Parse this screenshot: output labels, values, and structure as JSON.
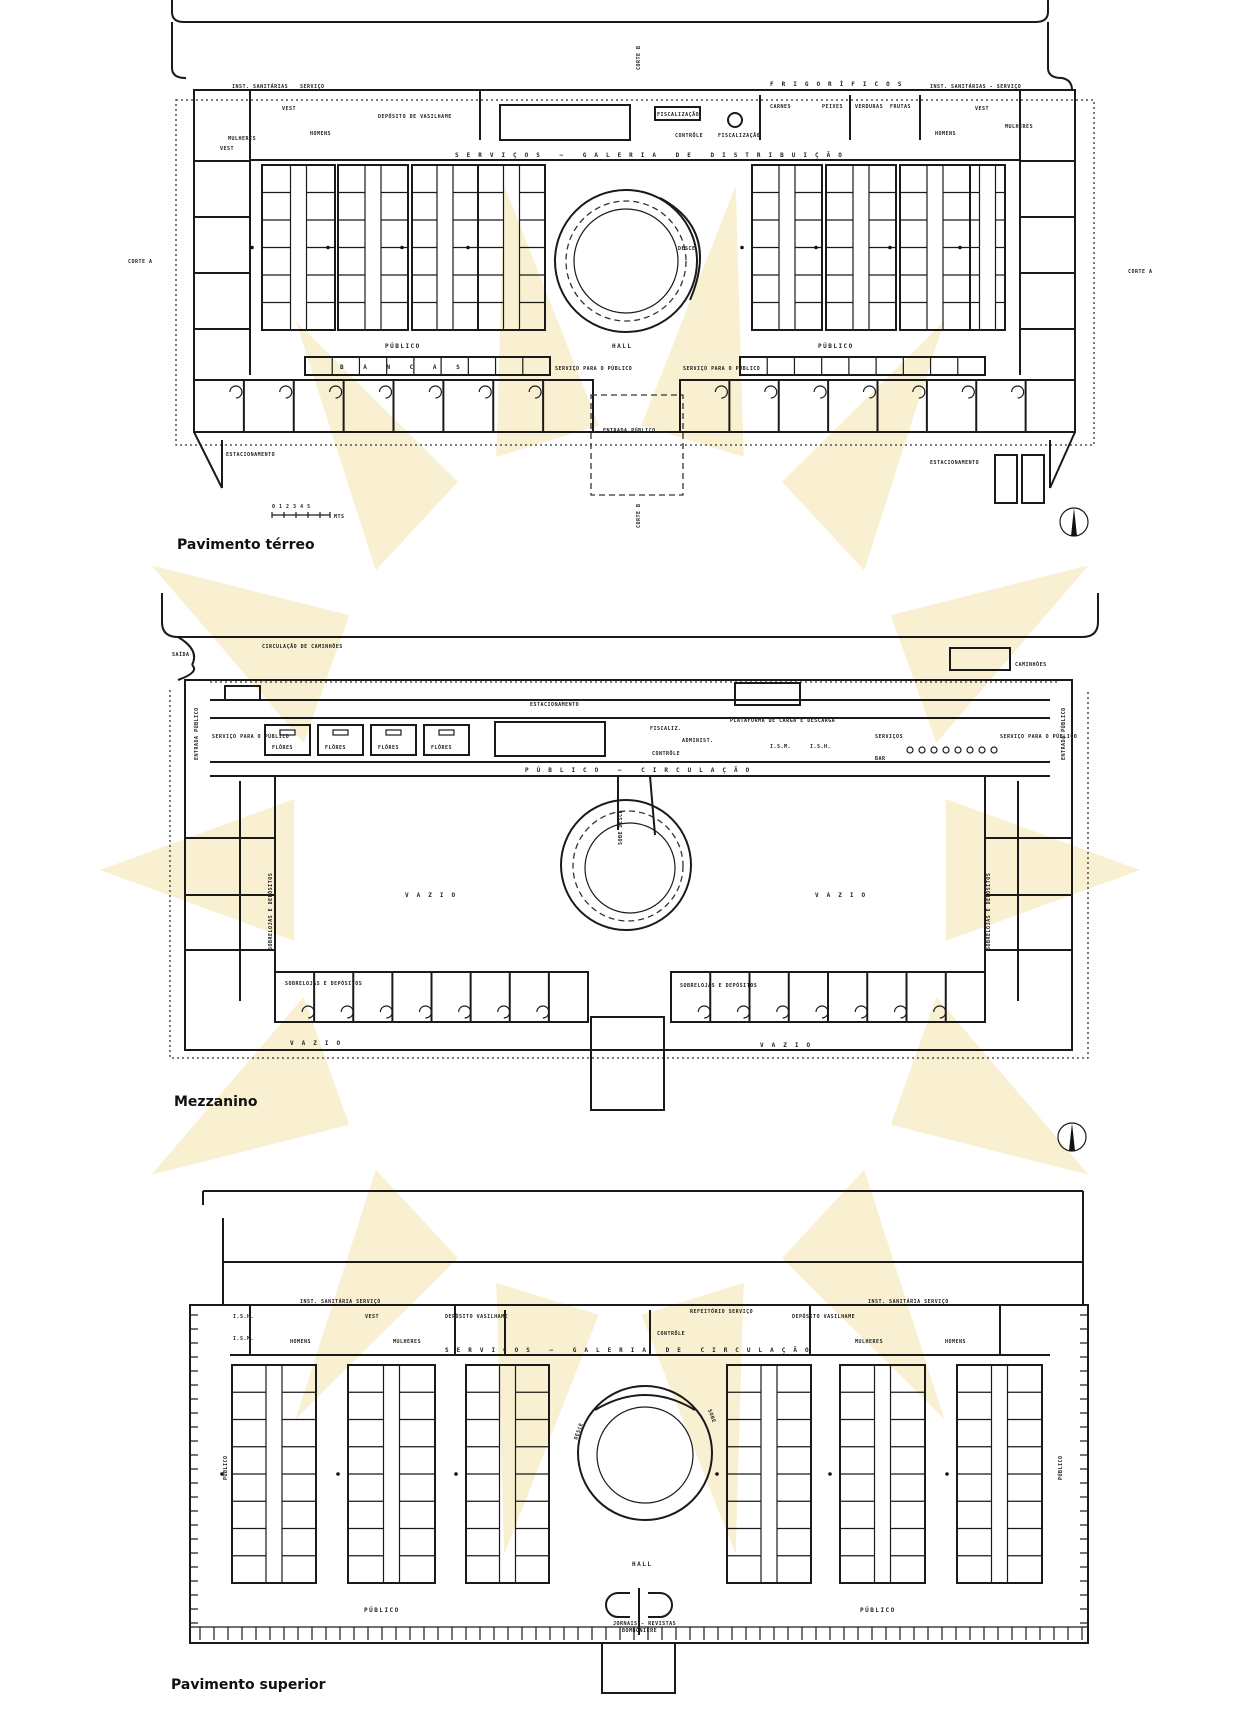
{
  "watermark_color": "#f3d98f",
  "plans": {
    "terreo": {
      "title": "Pavimento térreo",
      "labels": {
        "inst_sanitarias_left": "INST. SANITÁRIAS",
        "servico_left": "SERVIÇO",
        "mulheres_left": "MULHERES",
        "homens_left": "HOMENS",
        "vest_left": "VEST",
        "vest_left2": "VEST",
        "deposito": "DEPÓSITO DE VASILHAME",
        "galeria": "SERVIÇOS — GALERIA DE DISTRIBUIÇÃO",
        "fiscalizacao": "FISCALIZAÇÃO",
        "controle": "CONTRÔLE",
        "fiscalizacao2": "FISCALIZAÇÃO",
        "frigorificos": "FRIGORÍFICOS",
        "carnes": "CARNES",
        "peixes": "PEIXES",
        "verduras": "VERDURAS",
        "frutas": "FRUTAS",
        "inst_sanitarias_right": "INST. SANITÁRIAS - SERVIÇO",
        "mulheres_right": "MULHERES",
        "homens_right": "HOMENS",
        "vest_right": "VEST",
        "publico_left": "PÚBLICO",
        "publico_right": "PÚBLICO",
        "hall": "HALL",
        "bancas": "B A N C A S",
        "servico_publico_left": "SERVIÇO PARA O PÚBLICO",
        "servico_publico_right": "SERVIÇO PARA O PÚBLICO",
        "entrada": "ENTRADA PÚBLICO",
        "estacionamento_left": "ESTACIONAMENTO",
        "estacionamento_right": "ESTACIONAMENTO",
        "corte_b_top": "CORTE B",
        "corte_b_bottom": "CORTE B",
        "corte_a_left": "CORTE A",
        "corte_a_right": "CORTE A",
        "scale": "0 1 2 3 4 5",
        "scale_unit": "MTS",
        "servico": "SERVIÇO",
        "desce": "DESCE"
      }
    },
    "mezzanino": {
      "title": "Mezzanino",
      "labels": {
        "saida": "SAÍDA",
        "circulacao_caminhoes": "CIRCULAÇÃO DE CAMINHÕES",
        "caminhoes": "CAMINHÕES",
        "estacionamento": "ESTACIONAMENTO",
        "plataforma": "PLATAFORMA DE CARGA E DESCARGA",
        "entrada_publico_left": "ENTRADA PÚBLICO",
        "entrada_publico_right": "ENTRADA PÚBLICO",
        "servico_publico_left": "SERVIÇO PARA O PÚBLICO",
        "servico_publico_right": "SERVIÇO PARA O PÚBLICO",
        "flores": "FLÔRES",
        "fiscaliz": "FISCALIZ.",
        "controle": "CONTRÔLE",
        "administ": "ADMINIST.",
        "ish": "I.S.H.",
        "ism": "I.S.M.",
        "servicos": "SERVIÇOS",
        "bar": "BAR",
        "publico_circulacao": "PÚBLICO — CIRCULAÇÃO",
        "vazio_left": "VAZIO",
        "vazio_right": "VAZIO",
        "vazio_bottom_left": "VAZIO",
        "vazio_bottom_right": "VAZIO",
        "sobrelojas_left": "SOBRELOJAS E DEPÓSITOS",
        "sobrelojas_right": "SOBRELOJAS E DEPÓSITOS",
        "sobe_desce": "SOBE DESCE",
        "sobrelojas_vert_left": "SOBRELOJAS E DEPÓSITOS",
        "sobrelojas_vert_right": "SOBRELOJAS E DEPÓSITOS"
      }
    },
    "superior": {
      "title": "Pavimento superior",
      "labels": {
        "inst_sanitaria_left": "INST. SANITÁRIA SERVIÇO",
        "homens_left": "HOMENS",
        "mulheres_left": "MULHERES",
        "vest": "VEST",
        "deposito_left": "DEPÓSITO VASILHAME",
        "controle": "CONTRÔLE",
        "refeitorio": "REFEITÓRIO SERVIÇO",
        "deposito_right": "DEPÓSITO VASILHAME",
        "inst_sanitaria_right": "INST. SANITÁRIA SERVIÇO",
        "mulheres_right": "MULHERES",
        "homens_right": "HOMENS",
        "ish": "I.S.H.",
        "ism": "I.S.M.",
        "galeria": "SERVIÇOS — GALERIA DE CIRCULAÇÃO",
        "servico": "SERVIÇO",
        "publico_left": "PÚBLICO",
        "publico_right": "PÚBLICO",
        "publico_side_left": "PÚBLICO",
        "publico_side_right": "PÚBLICO",
        "hall": "HALL",
        "jornais": "JORNAIS - REVISTAS",
        "bomboniere": "BOMBONIERE",
        "desce": "DESCE",
        "sobe": "SOBE"
      }
    }
  }
}
